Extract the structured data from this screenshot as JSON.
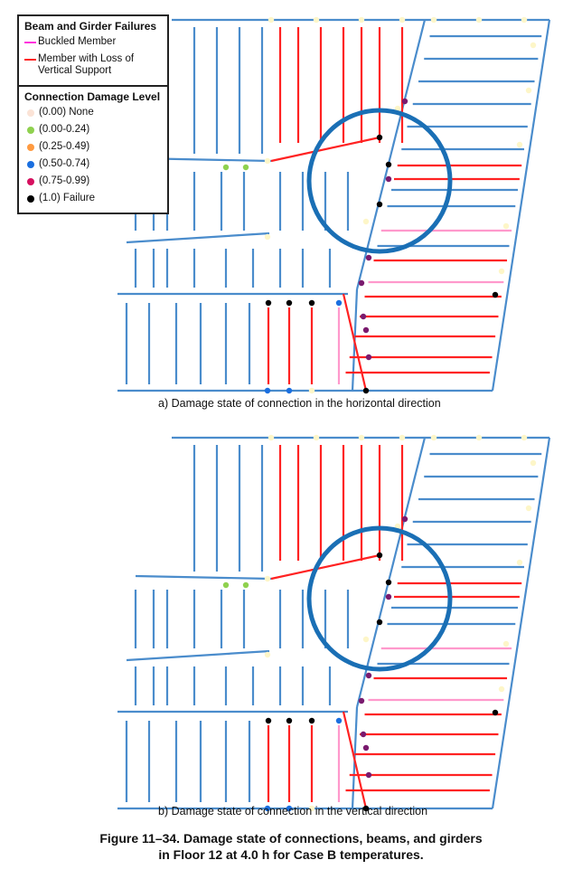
{
  "legend": {
    "failures_title": "Beam and Girder Failures",
    "failures": [
      {
        "label": "Buckled Member",
        "color": "#ff33dd"
      },
      {
        "label": "Member with Loss of Vertical Support",
        "color": "#ff2222"
      }
    ],
    "damage_title": "Connection Damage Level",
    "damage_levels": [
      {
        "label": "(0.00) None",
        "color": "#fbe3d6"
      },
      {
        "label": "(0.00-0.24)",
        "color": "#8fd14f"
      },
      {
        "label": "(0.25-0.49)",
        "color": "#ff9a40"
      },
      {
        "label": "(0.50-0.74)",
        "color": "#1a6fe0"
      },
      {
        "label": "(0.75-0.99)",
        "color": "#d6105f"
      },
      {
        "label": "(1.0) Failure",
        "color": "#000000"
      }
    ]
  },
  "panels": [
    {
      "caption": "a) Damage state of connection in the horizontal direction"
    },
    {
      "caption": "b) Damage state of connection in the vertical direction"
    }
  ],
  "figure_caption_line1": "Figure 11–34. Damage state of connections, beams, and girders",
  "figure_caption_line2": "in Floor 12 at 4.0 h for Case B temperatures.",
  "colors": {
    "member": "#4a8ccc",
    "loss": "#ff2222",
    "buckled": "#ff99cc",
    "highlight": "#1a6fb5"
  }
}
